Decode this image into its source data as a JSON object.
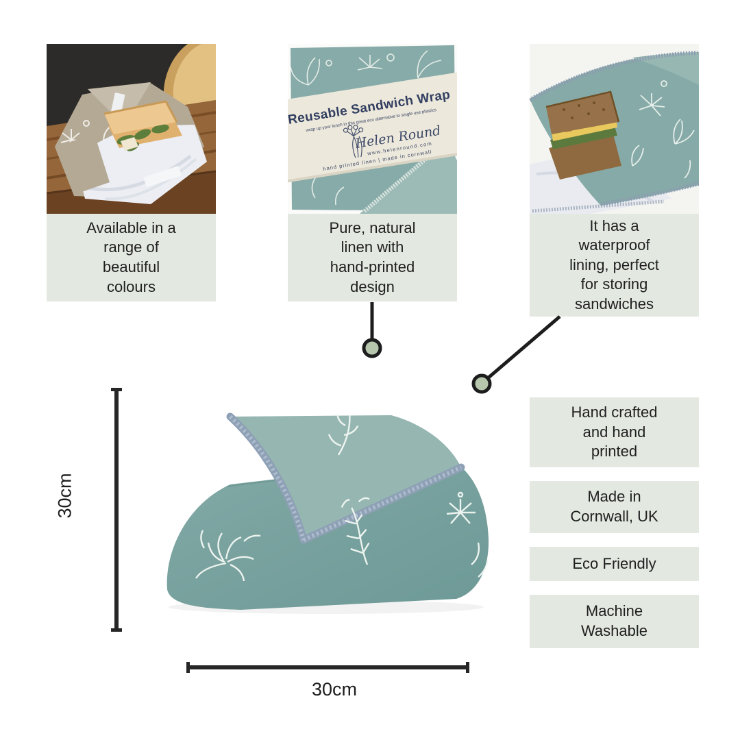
{
  "colors": {
    "box_bg": "#e3e8e1",
    "accent_circle_fill": "#b6c7ad",
    "connector_line": "#1d1d1d",
    "fabric_teal": "#86aaa7",
    "band_navy": "#313e60",
    "text": "#1f1f1f"
  },
  "top_row": [
    {
      "photo": "beige-wrap-with-sandwich-photo",
      "caption": "Available in a\nrange of\nbeautiful\ncolours"
    },
    {
      "photo": "folded-wrap-with-label-band-photo",
      "caption": "Pure, natural\nlinen with\nhand-printed\ndesign"
    },
    {
      "photo": "wrap-waterproof-lining-photo",
      "caption": "It has a\nwaterproof\nlining, perfect\nfor storing\nsandwiches"
    }
  ],
  "label_band": {
    "title": "Reusable Sandwich Wrap",
    "subtitle": "wrap up your lunch in this great eco alternative to single use plastics",
    "signature": "Helen Round",
    "website": "www.helenround.com",
    "tagline": "hand printed linen | made in cornwall"
  },
  "features": [
    "Hand crafted\nand hand\nprinted",
    "Made in\nCornwall, UK",
    "Eco Friendly",
    "Machine\nWashable"
  ],
  "dimensions": {
    "height": "30cm",
    "width": "30cm"
  }
}
